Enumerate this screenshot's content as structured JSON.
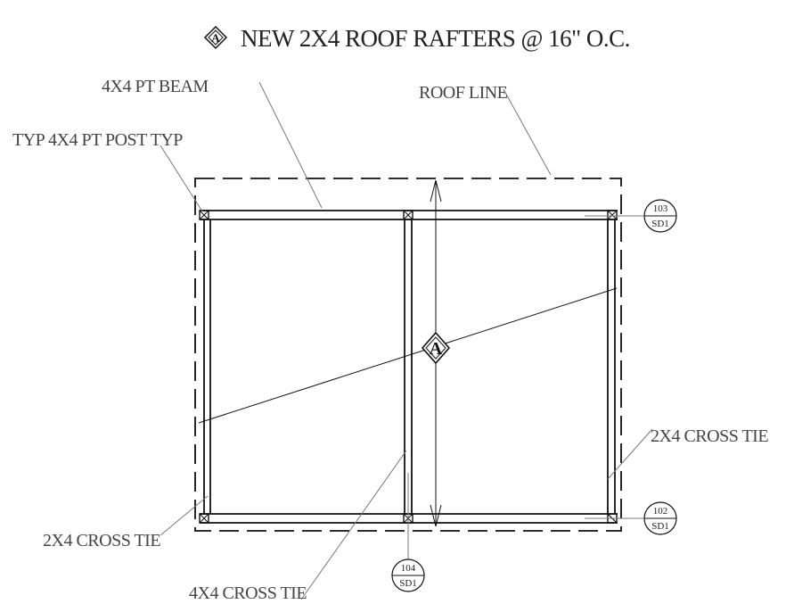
{
  "title": {
    "tag": "A",
    "text": "NEW 2X4 ROOF RAFTERS @ 16\" O.C."
  },
  "labels": {
    "beam": "4X4 PT BEAM",
    "roof_line": "ROOF LINE",
    "post": "TYP 4X4 PT POST TYP",
    "cross_tie_right": "2X4 CROSS TIE",
    "cross_tie_left": "2X4 CROSS TIE",
    "cross_tie_center": "4X4 CROSS TIE"
  },
  "section_tag": "A",
  "detail_bubbles": {
    "top_right": {
      "number": "103",
      "sheet": "SD1"
    },
    "bottom_right": {
      "number": "102",
      "sheet": "SD1"
    },
    "bottom_center": {
      "number": "104",
      "sheet": "SD1"
    }
  },
  "colors": {
    "linework": "#111111",
    "leaders": "#777777",
    "label_text": "#444444"
  }
}
